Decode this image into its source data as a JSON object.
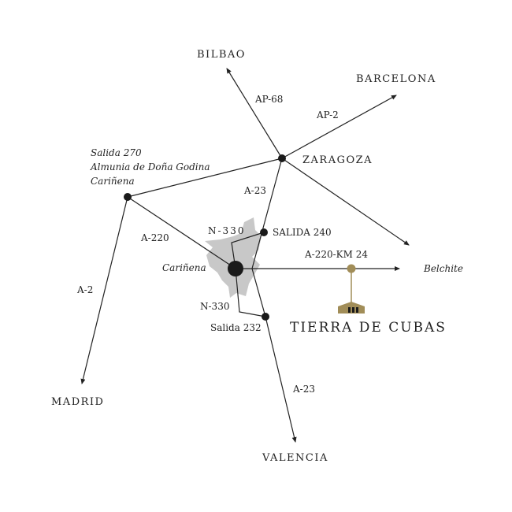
{
  "colors": {
    "line": "#222222",
    "node": "#1a1a1a",
    "city_area": "#c8c8c8",
    "gold": "#a18d58"
  },
  "cities": {
    "bilbao": "BILBAO",
    "barcelona": "BARCELONA",
    "zaragoza": "ZARAGOZA",
    "madrid": "MADRID",
    "valencia": "VALENCIA",
    "belchite": "Belchite",
    "carinena": "Cariñena"
  },
  "exits": {
    "salida270_line1": "Salida 270",
    "salida270_line2": "Almunia de Doña Godina",
    "salida270_line3": "Cariñena",
    "salida240": "SALIDA 240",
    "salida232": "Salida 232"
  },
  "roads": {
    "ap68": "AP-68",
    "ap2": "AP-2",
    "a23_north": "A-23",
    "a23_south": "A-23",
    "a220": "A-220",
    "a2": "A-2",
    "n330_north": "N-330",
    "n330_south": "N-330",
    "a220_km24": "A-220-KM 24"
  },
  "destination": {
    "name": "TIERRA DE CUBAS",
    "icon": "winery-building-icon"
  }
}
